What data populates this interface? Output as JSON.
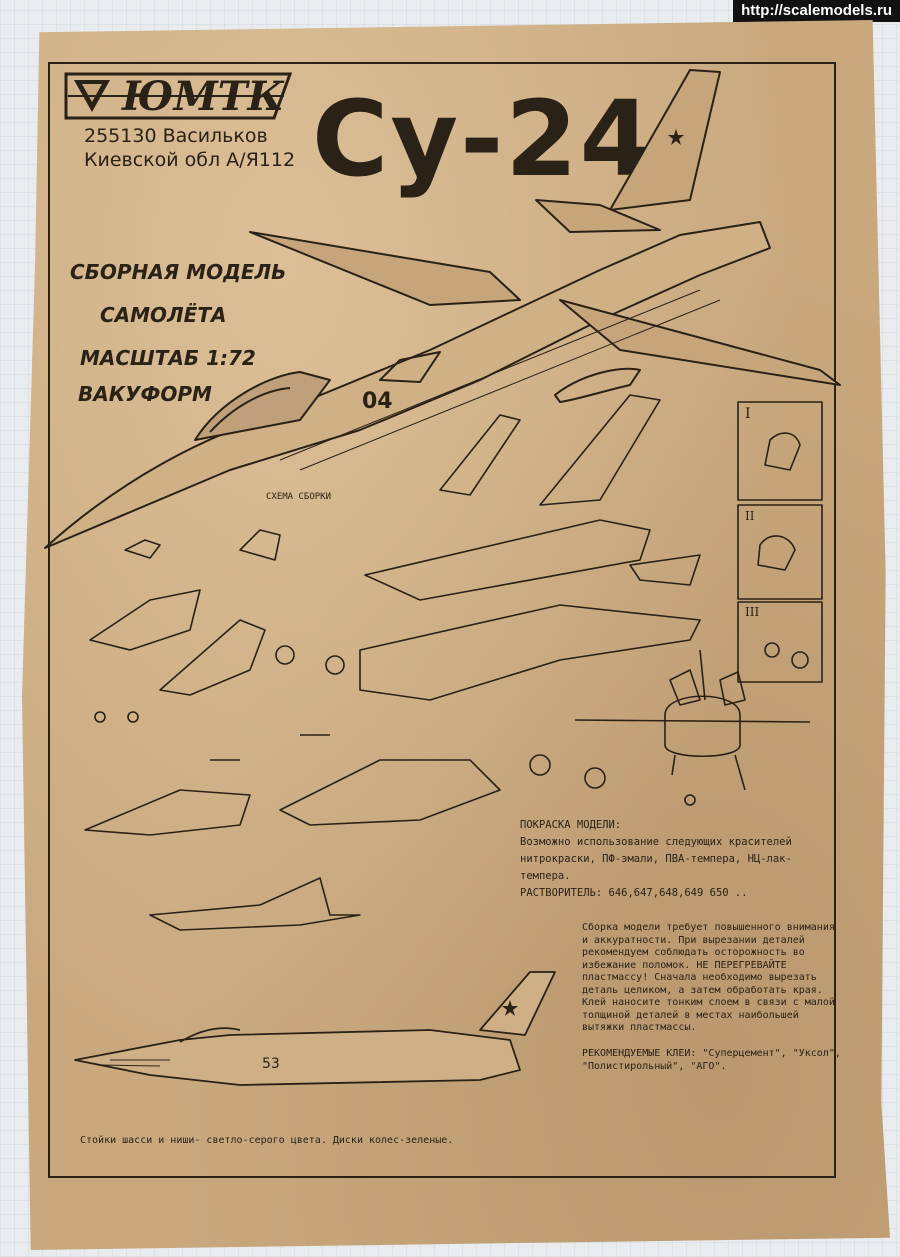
{
  "watermark": "http://scalemodels.ru",
  "header": {
    "logo": "ЮМТК",
    "address_line1": "255130 Васильков",
    "address_line2": "Киевской обл А/Я112",
    "title": "Су-24"
  },
  "subtitle": {
    "line1": "СБОРНАЯ МОДЕЛЬ",
    "line2": "САМОЛЁТА",
    "line3": "МАСШТАБ 1:72",
    "line4": "ВАКУФОРМ"
  },
  "schema_label": "СХЕМА СБОРКИ",
  "step_labels": [
    "I",
    "II",
    "III"
  ],
  "side_number": "04",
  "profile_number": "53",
  "painting": {
    "heading": "ПОКРАСКА МОДЕЛИ:",
    "text": "Возможно использование следующих красителей нитрокраски, ПФ-эмали, ПВА-темпера, НЦ-лак-темпера.",
    "solvents": "РАСТВОРИТЕЛЬ: 646,647,648,649 650 .."
  },
  "assembly_note": "Сборка модели требует повышенного внимания и аккуратности. При вырезании деталей рекомендуем соблюдать осторожность во избежание поломок. НЕ ПЕРЕГРЕВАЙТЕ пластмассу! Сначала необходимо вырезать деталь целиком, а затем обработать края. Клей наносите тонким слоем в связи с малой толщиной деталей в местах наибольшей вытяжки пластмассы.",
  "glue": {
    "text": "РЕКОМЕНДУЕМЫЕ КЛЕИ: \"Суперцемент\", \"Уксол\", \"Полистирольный\", \"АГО\"."
  },
  "footer": "Стойки шасси и ниши- светло-серого цвета. Диски колес-зеленые.",
  "colors": {
    "paper": "#c9a87e",
    "ink": "#2a2117",
    "background": "#e9ecef"
  }
}
